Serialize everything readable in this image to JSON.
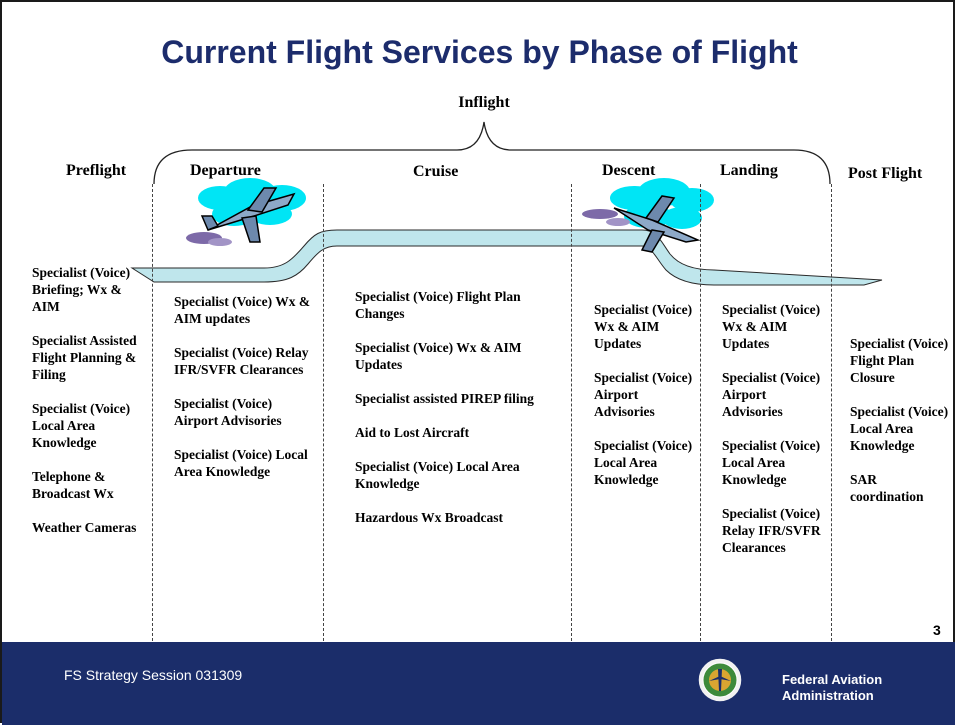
{
  "title": "Current Flight Services by Phase of Flight",
  "inflight_label": "Inflight",
  "phases": {
    "preflight": "Preflight",
    "departure": "Departure",
    "cruise": "Cruise",
    "descent": "Descent",
    "landing": "Landing",
    "postflight": "Post Flight"
  },
  "columns": {
    "preflight": [
      "Specialist (Voice) Briefing; Wx & AIM",
      "Specialist Assisted Flight Planning & Filing",
      "Specialist (Voice) Local Area Knowledge",
      "Telephone & Broadcast Wx",
      "Weather Cameras"
    ],
    "departure": [
      "Specialist (Voice) Wx & AIM updates",
      "Specialist (Voice) Relay IFR/SVFR Clearances",
      "Specialist (Voice) Airport Advisories",
      "Specialist (Voice) Local Area Knowledge"
    ],
    "cruise": [
      "Specialist (Voice) Flight Plan Changes",
      "Specialist (Voice) Wx & AIM Updates",
      "Specialist assisted PIREP filing",
      "Aid to Lost Aircraft",
      "Specialist (Voice) Local Area Knowledge",
      "Hazardous Wx Broadcast"
    ],
    "descent": [
      "Specialist (Voice) Wx & AIM Updates",
      "Specialist (Voice) Airport Advisories",
      "Specialist (Voice) Local Area Knowledge"
    ],
    "landing": [
      "Specialist (Voice) Wx & AIM Updates",
      "Specialist (Voice) Airport Advisories",
      "Specialist (Voice) Local Area Knowledge",
      "Specialist (Voice) Relay IFR/SVFR Clearances"
    ],
    "postflight": [
      "Specialist (Voice) Flight Plan Closure",
      "Specialist (Voice) Local Area Knowledge",
      "SAR coordination"
    ]
  },
  "page_number": "3",
  "footer": {
    "session": "FS Strategy Session 031309",
    "org_line1": "Federal Aviation",
    "org_line2": "Administration",
    "seal_icon": "faa-seal-icon"
  },
  "colors": {
    "title": "#1c2c6c",
    "footer_bg": "#1b2d6a",
    "path_fill": "#bfe6ec",
    "cloud": "#00e5f5"
  }
}
